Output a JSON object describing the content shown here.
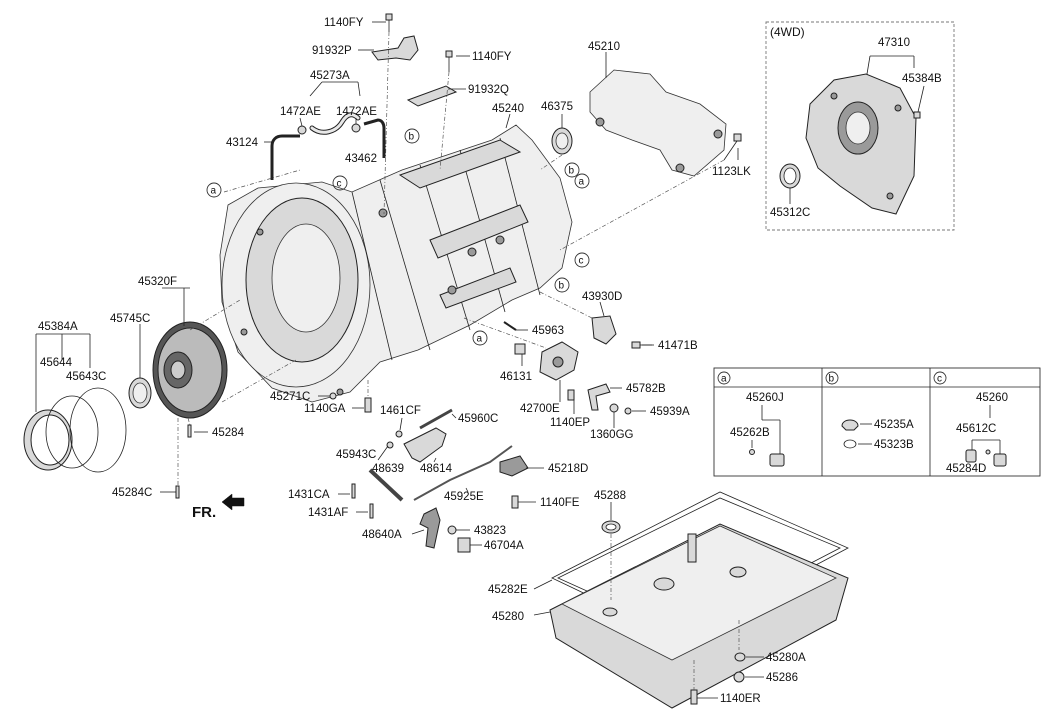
{
  "callouts": {
    "c_1140FY_top": "1140FY",
    "c_91932P": "91932P",
    "c_1140FY_mid": "1140FY",
    "c_45273A": "45273A",
    "c_91932Q": "91932Q",
    "c_1472AE_l": "1472AE",
    "c_1472AE_r": "1472AE",
    "c_45240": "45240",
    "c_43124": "43124",
    "c_43462": "43462",
    "c_46375": "46375",
    "c_45210": "45210",
    "c_1123LK": "1123LK",
    "c_45320F": "45320F",
    "c_45384A": "45384A",
    "c_45745C": "45745C",
    "c_45644": "45644",
    "c_45643C": "45643C",
    "c_45284": "45284",
    "c_45284C": "45284C",
    "c_45271C": "45271C",
    "c_1140GA": "1140GA",
    "c_43930D": "43930D",
    "c_45963": "45963",
    "c_41471B": "41471B",
    "c_46131": "46131",
    "c_45782B": "45782B",
    "c_42700E": "42700E",
    "c_1140EP": "1140EP",
    "c_45939A": "45939A",
    "c_1360GG": "1360GG",
    "c_1461CF": "1461CF",
    "c_45960C": "45960C",
    "c_45943C": "45943C",
    "c_48639": "48639",
    "c_48614": "48614",
    "c_45218D": "45218D",
    "c_45925E": "45925E",
    "c_1140FE": "1140FE",
    "c_1431CA": "1431CA",
    "c_1431AF": "1431AF",
    "c_48640A": "48640A",
    "c_43823": "43823",
    "c_46704A": "46704A",
    "c_45288": "45288",
    "c_45282E": "45282E",
    "c_45280": "45280",
    "c_45280A": "45280A",
    "c_45286": "45286",
    "c_1140ER": "1140ER",
    "c_47310": "47310",
    "c_45384B": "45384B",
    "c_45312C": "45312C"
  },
  "inset_4wd": {
    "label": "(4WD)"
  },
  "legend": {
    "a": {
      "letter": "a",
      "p1": "45260J",
      "p2": "45262B"
    },
    "b": {
      "letter": "b",
      "p1": "45235A",
      "p2": "45323B"
    },
    "c": {
      "letter": "c",
      "p1": "45260",
      "p2": "45612C",
      "p3": "45284D"
    }
  },
  "circle_refs": [
    "a",
    "b",
    "c"
  ],
  "front_label": "FR."
}
